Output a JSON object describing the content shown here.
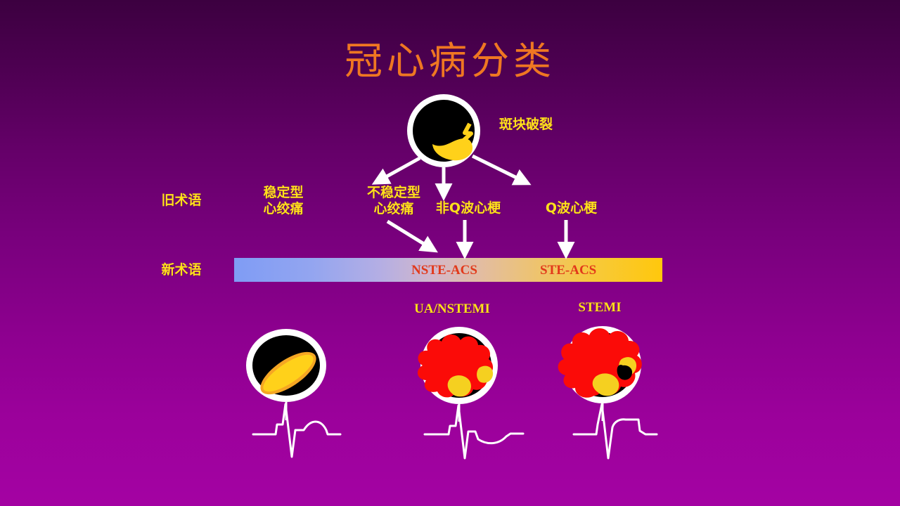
{
  "slide": {
    "title": "冠心病分类",
    "background_top_color": "#3c0040",
    "background_bottom_color": "#a402a3",
    "title_color": "#ef7722"
  },
  "callouts": {
    "plaque_rupture": "斑块破裂"
  },
  "rows": {
    "old_terminology_label": "旧术语",
    "new_terminology_label": "新术语"
  },
  "old_terms": [
    {
      "id": "stable-angina",
      "label": "稳定型\n心绞痛"
    },
    {
      "id": "unstable-angina",
      "label": "不稳定型\n心绞痛"
    },
    {
      "id": "non-q-wave-mi",
      "label": "非Q波心梗"
    },
    {
      "id": "q-wave-mi",
      "label": "Q波心梗"
    }
  ],
  "spectrum": {
    "left_color": "#7f9cf5",
    "right_color": "#ffc80c",
    "text_color": "#e2391a",
    "segments": [
      {
        "id": "nste-acs",
        "label": "NSTE-ACS"
      },
      {
        "id": "ste-acs",
        "label": "STE-ACS"
      }
    ]
  },
  "diagnoses": [
    {
      "id": "ua-nstemi",
      "label": "UA/NSTEMI"
    },
    {
      "id": "stemi",
      "label": "STEMI"
    }
  ],
  "vessels": [
    {
      "id": "stable-plaque-vessel",
      "description": "open-lumen-with-yellow-plaque",
      "ecg": "normal-sinus-rhythm"
    },
    {
      "id": "partial-thrombus-vessel",
      "description": "partial-red-thrombus-over-plaque",
      "ecg": "st-depression-inverted-t"
    },
    {
      "id": "occlusive-thrombus-vessel",
      "description": "total-red-thrombus-occlusion",
      "ecg": "st-elevation"
    }
  ],
  "colors": {
    "plaque_yellow": "#ffd11a",
    "thrombus_red": "#fb0b08",
    "vessel_wall_white": "#ffffff",
    "lumen_black": "#000000",
    "label_yellow": "#ffe01b"
  }
}
